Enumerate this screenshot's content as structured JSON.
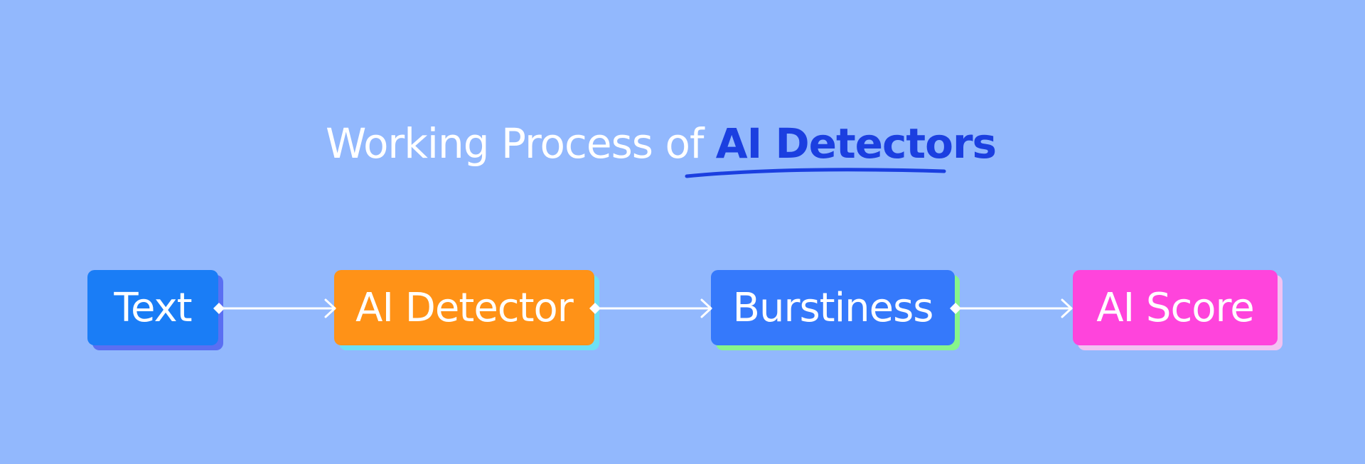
{
  "title": {
    "prefix": "Working Process of ",
    "accent": "AI Detectors"
  },
  "colors": {
    "background": "#92b8fd",
    "title_text": "#ffffff",
    "title_accent": "#1b3fe0",
    "connector": "#ffffff"
  },
  "flow": [
    {
      "label": "Text",
      "color": "#1a7df6",
      "shadow": "#5a6ff2"
    },
    {
      "label": "AI Detector",
      "color": "#ff9217",
      "shadow": "#6ee0f4"
    },
    {
      "label": "Burstiness",
      "color": "#3579fb",
      "shadow": "#87f58b"
    },
    {
      "label": "AI Score",
      "color": "#ff44dc",
      "shadow": "#f2c2f2"
    }
  ]
}
